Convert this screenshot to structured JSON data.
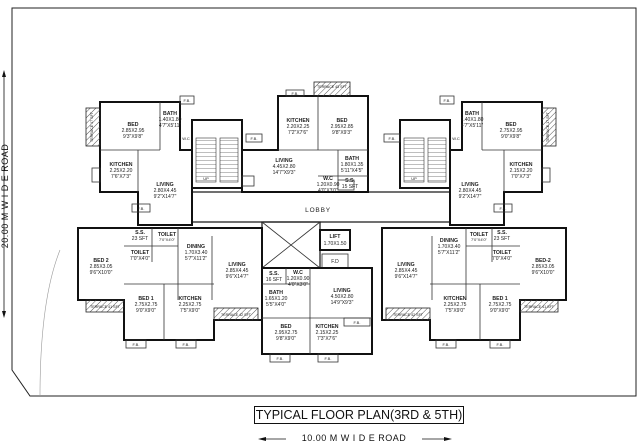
{
  "title": "TYPICAL FLOOR PLAN(3RD & 5TH)",
  "roads": {
    "left": "20.00 M W I D E  ROAD",
    "bottom": "10.00 M W I D E  ROAD"
  },
  "core": {
    "lobby": "LOBBY",
    "lift": "LIFT",
    "lift_size": "1.70X1.50",
    "fd": "F.D"
  },
  "labels": {
    "fb": "F.B.",
    "wc": "W.C",
    "up": "UP",
    "terrace_v": "TERRACE 17 SFT",
    "terrace_top": "TERRACE 43 SFT",
    "terrace_bl": "TERRACE 41 SFT",
    "terrace_bm": "TERRACE 42 SFT",
    "terrace_bm2": "TERRACE 42 SFT",
    "terrace_br": "TERRACE 41 SFT"
  },
  "rooms": {
    "l_bed": [
      "BED",
      "2.85X2.95",
      "9'3\"X9'8\""
    ],
    "l_bath": [
      "BATH",
      "1.40X1.80",
      "4'7\"X5'11\""
    ],
    "l_kitchen": [
      "KITCHEN",
      "2.25X2.20",
      "7'6\"X7'3\""
    ],
    "l_living": [
      "LIVING",
      "2.80X4.45",
      "9'2\"X14'7\""
    ],
    "t_kitchen": [
      "KITCHEN",
      "2.20X2.25",
      "7'2\"X7'6\""
    ],
    "t_bed": [
      "BED",
      "2.95X2.85",
      "9'8\"X9'3\""
    ],
    "t_living": [
      "LIVING",
      "4.45X2.80",
      "14'7\"X9'3\""
    ],
    "t_bath": [
      "BATH",
      "1.80X1.35",
      "5'11\"X4'5\""
    ],
    "t_wc": [
      "W.C",
      "1.20X0.90",
      "4'0\"X3'0\""
    ],
    "t_ss": [
      "S.S.",
      "15 SFT"
    ],
    "r_bath": [
      "BATH",
      "1.40X1.80",
      "4'7\"X5'11\""
    ],
    "r_bed": [
      "BED",
      "2.75X2.95",
      "9'0\"X9'8\""
    ],
    "r_kitchen": [
      "KITCHEN",
      "2.15X2.20",
      "7'0\"X7'3\""
    ],
    "r_living": [
      "LIVING",
      "2.80X4.45",
      "9'2\"X14'7\""
    ],
    "bl_ss": [
      "S.S.",
      "23 SFT"
    ],
    "bl_toilet": [
      "TOILET",
      "7'0\"X4'0\""
    ],
    "bl_toilet2": [
      "TOILET",
      "7'0\"X4'0\""
    ],
    "bl_bed2": [
      "BED 2",
      "2.85X3.05",
      "9'6\"X10'0\""
    ],
    "bl_dining": [
      "DINING",
      "1.70X3.40",
      "5'7\"X11'2\""
    ],
    "bl_living": [
      "LIVING",
      "2.85X4.45",
      "9'6\"X14'7\""
    ],
    "bl_bed1": [
      "BED 1",
      "2.75X2.75",
      "9'0\"X9'0\""
    ],
    "bl_kitchen": [
      "KITCHEN",
      "2.25X2.75",
      "7'5\"X9'0\""
    ],
    "bm_ss": [
      "S.S.",
      "16 SFT"
    ],
    "bm_wc": [
      "W.C",
      "1.20X0.90",
      "4'0\"X3'0\""
    ],
    "bm_bath": [
      "BATH",
      "1.65X1.20",
      "5'5\"X4'0\""
    ],
    "bm_living": [
      "LIVING",
      "4.50X2.80",
      "14'9\"X9'3\""
    ],
    "bm_bed": [
      "BED",
      "2.95X2.75",
      "9'8\"X9'0\""
    ],
    "bm_kitchen": [
      "KITCHEN",
      "2.15X2.25",
      "7'3\"X7'6\""
    ],
    "br_ss": [
      "S.S.",
      "23 SFT"
    ],
    "br_toilet": [
      "TOILET",
      "7'0\"X4'0\""
    ],
    "br_toilet2": [
      "TOILET",
      "7'0\"X4'0\""
    ],
    "br_dining": [
      "DINING",
      "1.70X3.40",
      "5'7\"X11'2\""
    ],
    "br_living": [
      "LIVING",
      "2.85X4.45",
      "9'6\"X14'7\""
    ],
    "br_bed2": [
      "BED-2",
      "2.85X3.05",
      "9'6\"X10'0\""
    ],
    "br_kitchen": [
      "KITCHEN",
      "2.25X2.75",
      "7'5\"X9'0\""
    ],
    "br_bed1": [
      "BED 1",
      "2.75X2.75",
      "9'0\"X9'0\""
    ]
  }
}
